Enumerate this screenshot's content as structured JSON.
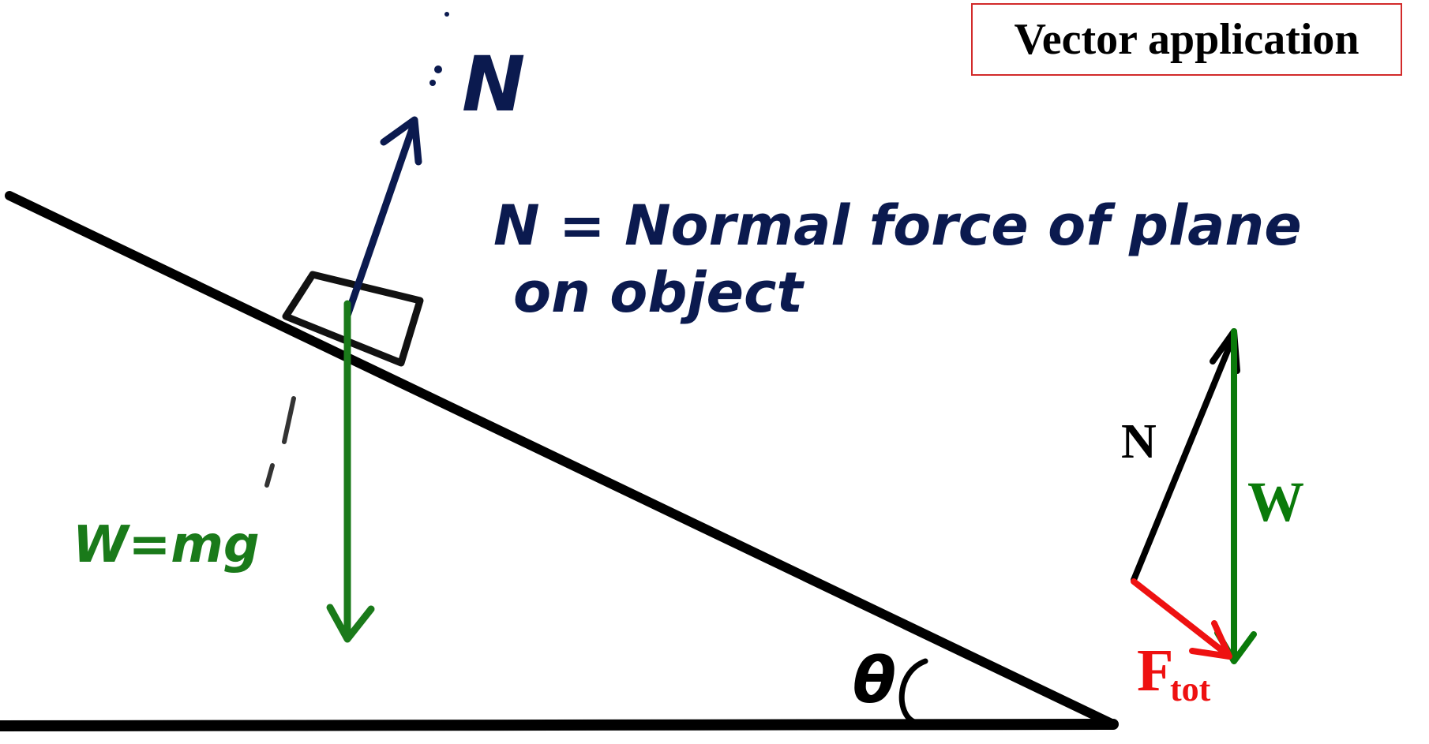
{
  "title": "Vector application",
  "labels": {
    "normal_symbol": "N",
    "normal_definition_line1": "N =  Normal  force  of  plane",
    "normal_definition_line2": "on   object",
    "weight_equation": "W=mg",
    "angle_symbol": "θ",
    "triangle_normal": "N",
    "triangle_weight": "W",
    "triangle_total_main": "F",
    "triangle_total_sub": "tot"
  },
  "colors": {
    "ink_dark": "#0b1a4f",
    "ground": "#000000",
    "weight_green": "#1a7a1a",
    "weight_bright_green": "#0a7a0a",
    "total_red": "#ee1111",
    "title_border": "#d22a2a"
  }
}
